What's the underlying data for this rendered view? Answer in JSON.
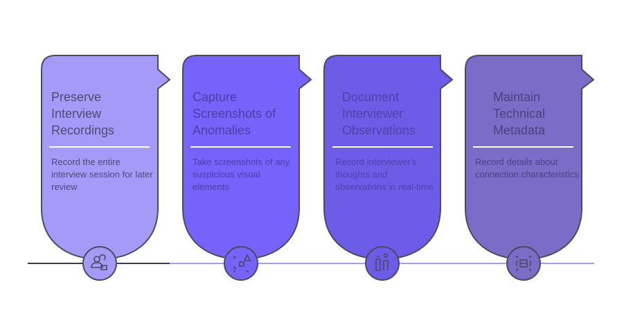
{
  "steps": [
    {
      "title_lines": [
        "Preserve",
        "Interview",
        "Recordings"
      ],
      "description": "Record the entire interview session for later review",
      "icon": "users-video-icon",
      "color": "#a49bf9"
    },
    {
      "title_lines": [
        "Capture",
        "Screenshots of",
        "Anomalies"
      ],
      "description": "Take screenshots of any suspicious visual elements",
      "icon": "screenshot-warning-icon",
      "color": "#7563fb"
    },
    {
      "title_lines": [
        "Document",
        "Interviewer",
        "Observations"
      ],
      "description": "Record interviewer's thoughts and observations in real-time",
      "icon": "interviewer-notes-icon",
      "color": "#6c5ce7"
    },
    {
      "title_lines": [
        "Maintain",
        "Technical",
        "Metadata"
      ],
      "description": "Record details about connection characteristics",
      "icon": "data-network-icon",
      "color": "#7a6cc7"
    }
  ],
  "colors": {
    "outline": "#4a4a5e",
    "timeline_done": "#3b3b4f",
    "timeline_todo": "#a49bf9"
  }
}
